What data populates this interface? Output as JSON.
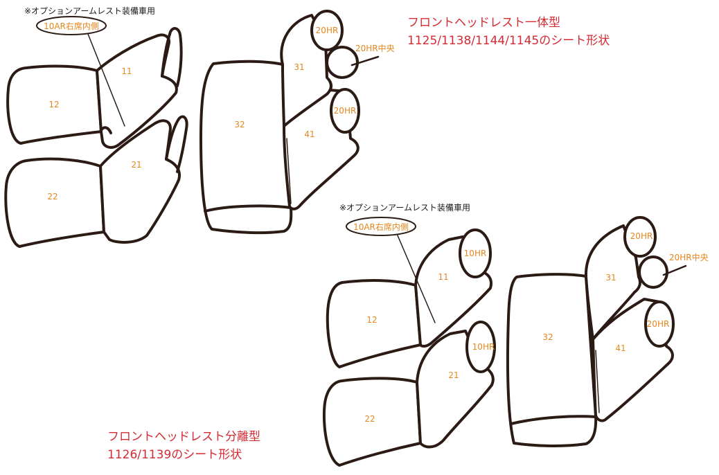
{
  "colors": {
    "outline": "#2b1b14",
    "label": "#e5861c",
    "title": "#d42a34",
    "note": "#1a1a1a",
    "background": "#ffffff"
  },
  "integrated_headrest": {
    "title": "フロントヘッドレスト一体型",
    "models": "1125/1138/1144/1145のシート形状",
    "note": "※オプションアームレスト装備車用",
    "armrest_callout": "10AR右席内側",
    "front": {
      "row1_back": "11",
      "row1_cushion": "12",
      "row2_back": "21",
      "row2_cushion": "22"
    },
    "rear": {
      "headrest_upper": "20HR",
      "headrest_center": "20HR中央",
      "headrest_lower": "20HR",
      "back_left": "31",
      "back_bench": "32",
      "back_right": "41"
    }
  },
  "separate_headrest": {
    "title": "フロントヘッドレスト分離型",
    "models": "1126/1139のシート形状",
    "note": "※オプションアームレスト装備車用",
    "armrest_callout": "10AR右席内側",
    "front": {
      "row1_headrest": "10HR",
      "row1_back": "11",
      "row1_cushion": "12",
      "row2_headrest": "10HR",
      "row2_back": "21",
      "row2_cushion": "22"
    },
    "rear": {
      "headrest_upper": "20HR",
      "headrest_center": "20HR中央",
      "headrest_lower": "20HR",
      "back_left": "31",
      "back_bench": "32",
      "back_right": "41"
    }
  }
}
